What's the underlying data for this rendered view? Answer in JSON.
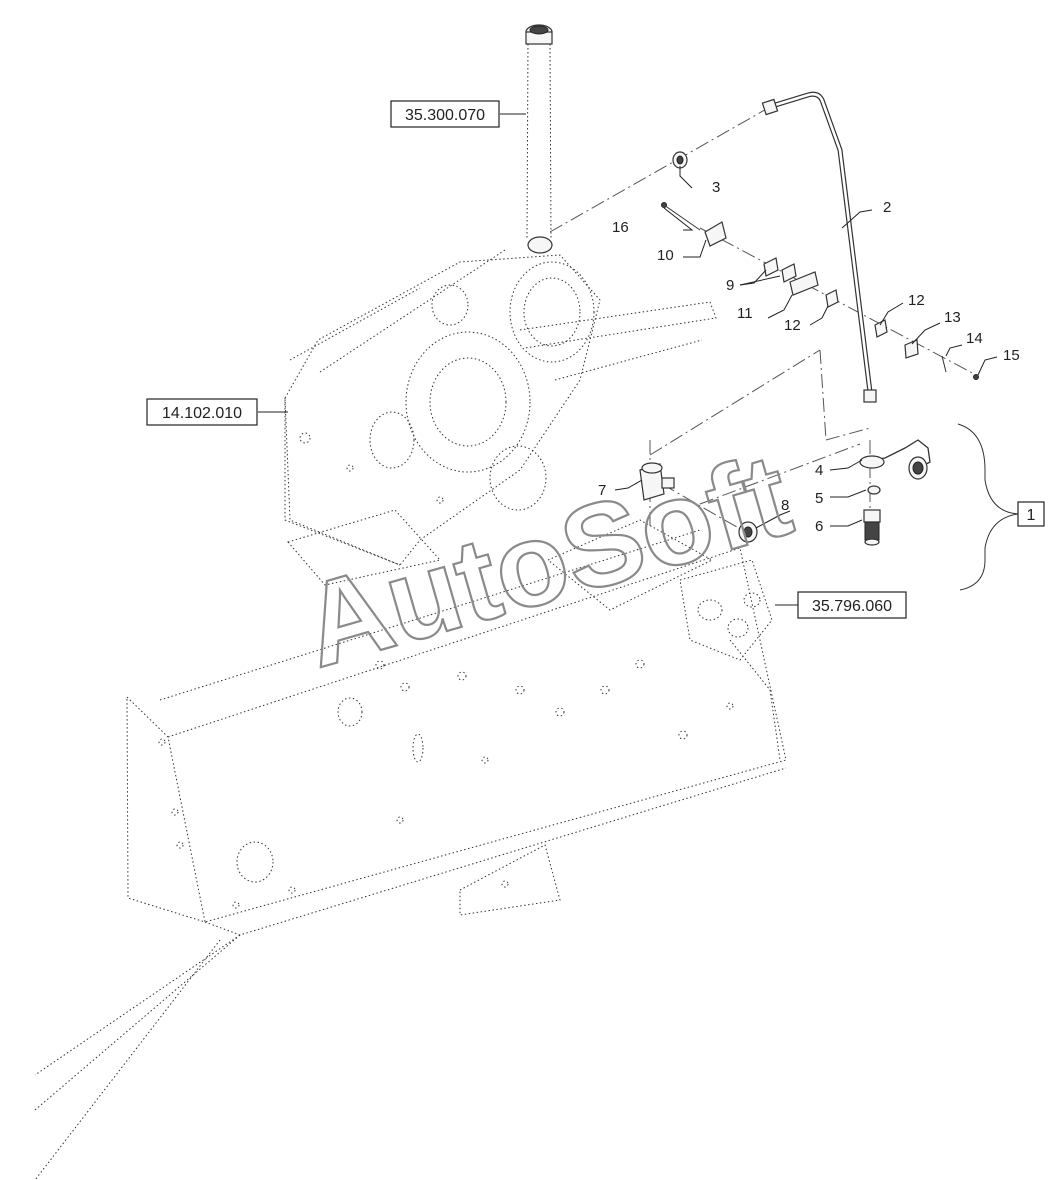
{
  "references": {
    "gearbox_tube": "35.300.070",
    "gearbox": "14.102.010",
    "valve_block": "35.796.060"
  },
  "callouts": [
    "1",
    "2",
    "3",
    "4",
    "5",
    "6",
    "7",
    "8",
    "9",
    "10",
    "11",
    "12",
    "12",
    "13",
    "14",
    "15",
    "16"
  ],
  "watermark": "AutoSoft"
}
